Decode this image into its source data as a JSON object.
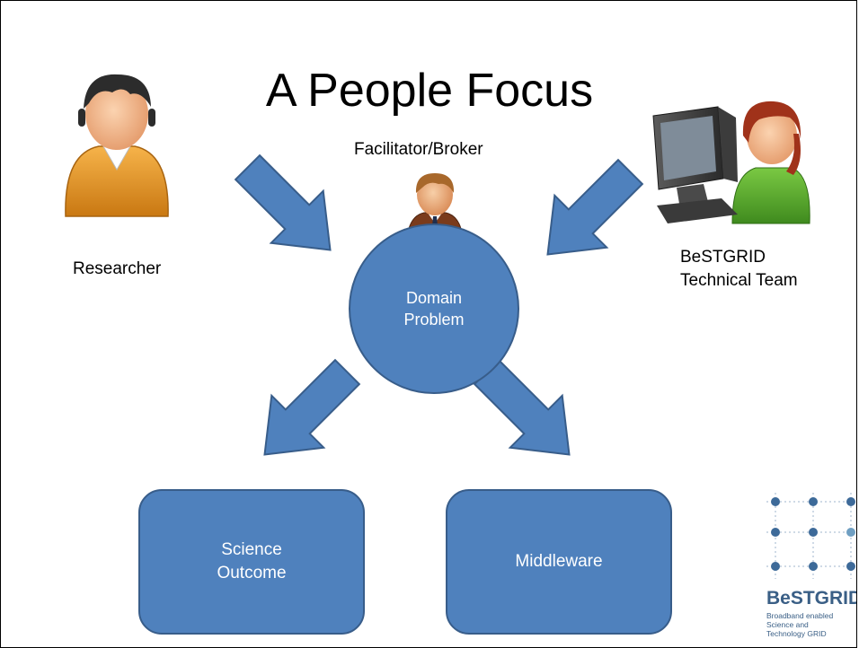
{
  "slide": {
    "title": "A People Focus",
    "researcher_label": "Researcher",
    "facilitator_label": "Facilitator/Broker",
    "team_label_line1": "BeSTGRID",
    "team_label_line2": "Technical Team",
    "domain_line1": "Domain",
    "domain_line2": "Problem",
    "science_line1": "Science",
    "science_line2": "Outcome",
    "middleware_label": "Middleware"
  },
  "logo": {
    "name": "BeSTGRID",
    "tag_line1": "Broadband enabled",
    "tag_line2": "Science and",
    "tag_line3": "Technology GRID"
  },
  "colors": {
    "shape_fill": "#4f81bd",
    "shape_border": "#385d8a",
    "logo_text": "#3a5f86"
  },
  "icons": [
    "researcher-icon",
    "facilitator-icon",
    "technical-team-icon",
    "bestgrid-logo-icon"
  ]
}
